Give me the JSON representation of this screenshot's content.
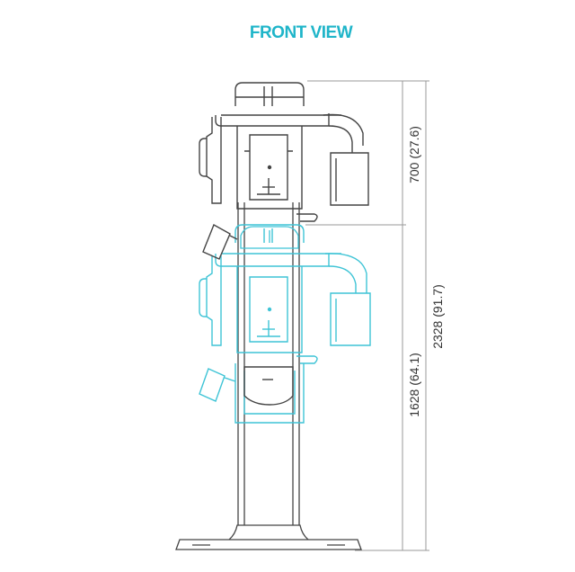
{
  "title": "FRONT VIEW",
  "dimensions": {
    "upper_travel": "700 (27.6)",
    "floor_to_low": "1628 (64.1)",
    "total_height": "2328 (91.7)"
  },
  "colors": {
    "title": "#1fb5c9",
    "unit_outline": "#444444",
    "lowered_unit_outline": "#3fc4d6",
    "dimension_line": "#999999",
    "dimension_text": "#333333"
  }
}
